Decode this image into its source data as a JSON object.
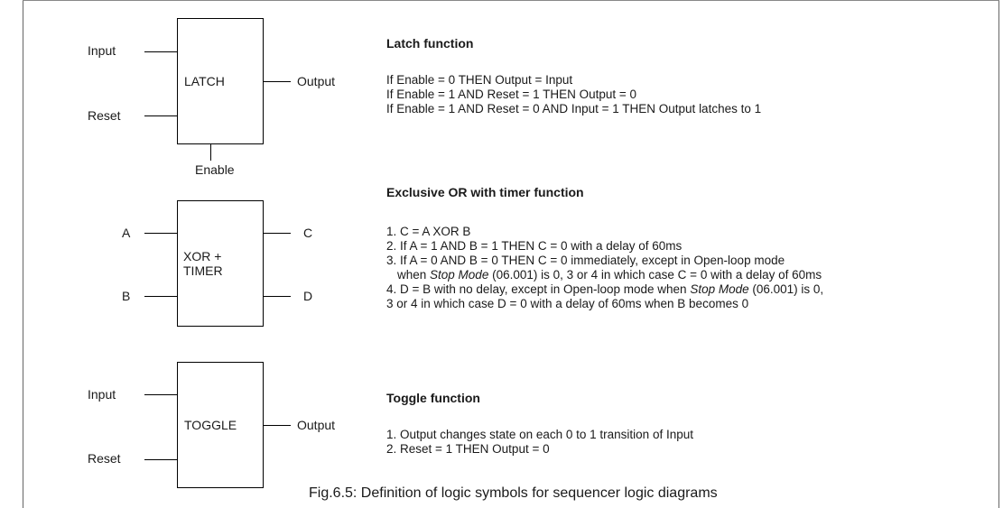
{
  "latch": {
    "box_label": "LATCH",
    "input_label": "Input",
    "reset_label": "Reset",
    "output_label": "Output",
    "enable_label": "Enable",
    "title": "Latch function",
    "lines": [
      "If Enable = 0 THEN Output = Input",
      "If Enable = 1 AND Reset = 1 THEN Output = 0",
      "If Enable = 1 AND Reset = 0 AND Input = 1 THEN Output latches to 1"
    ]
  },
  "xor": {
    "box_label_1": "XOR +",
    "box_label_2": "TIMER",
    "a_label": "A",
    "b_label": "B",
    "c_label": "C",
    "d_label": "D",
    "title": "Exclusive OR with timer function",
    "line1": "1. C = A XOR B",
    "line2": "2. If A = 1 AND B = 1 THEN C = 0 with a delay of 60ms",
    "line3": "3. If A = 0 AND B = 0 THEN C = 0 immediately, except in Open-loop mode",
    "line4_pre": "when ",
    "line4_em": "Stop Mode",
    "line4_post": " (06.001) is 0, 3 or 4 in which case C = 0 with a delay of 60ms",
    "line5_pre": "4. D = B with no delay, except in Open-loop mode when ",
    "line5_em": "Stop Mode",
    "line5_post": " (06.001) is 0,",
    "line6": "3 or 4 in which case D = 0 with a delay of 60ms when B becomes 0"
  },
  "toggle": {
    "box_label": "TOGGLE",
    "input_label": "Input",
    "reset_label": "Reset",
    "output_label": "Output",
    "title": "Toggle function",
    "lines": [
      "1. Output changes state on each 0 to 1 transition of Input",
      "2. Reset = 1 THEN Output = 0"
    ]
  },
  "caption": "Fig.6.5: Definition of logic symbols for sequencer logic diagrams"
}
